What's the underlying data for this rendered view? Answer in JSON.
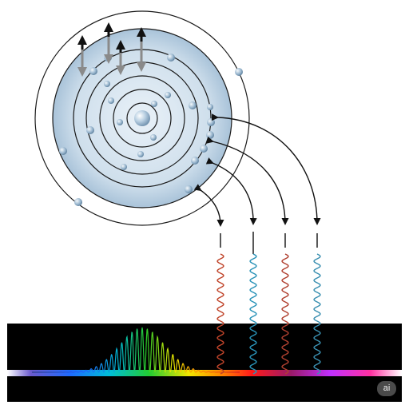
{
  "badge": {
    "label": "ai"
  },
  "colors": {
    "background": "#ffffff",
    "spectrum_panel": "#000000",
    "atom_fill": "#c6d8e8",
    "orbit": "#1a1a1a",
    "electron": "#8fb0cc",
    "arrow": "#111111",
    "wave_colors": [
      "#c0442a",
      "#2a93b8",
      "#b04030",
      "#3a8fb0"
    ]
  },
  "diagram": {
    "shell_count": 6,
    "spin_arrows": 4,
    "transitions": 4,
    "photon_waves": 4,
    "spectrum_peak_hue": "green"
  }
}
